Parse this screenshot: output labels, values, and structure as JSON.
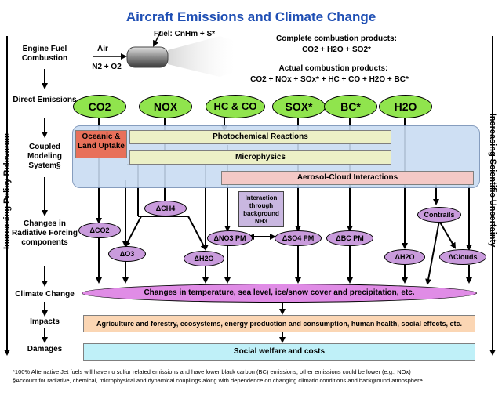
{
  "title": "Aircraft Emissions and Climate Change",
  "side_left": "Increasing Policy Relevance",
  "side_right": "Increasing Scientific Uncertainty",
  "row_labels": {
    "engine": "Engine Fuel Combustion",
    "direct": "Direct Emissions",
    "coupled": "Coupled Modeling System§",
    "changes_rf": "Changes in Radiative Forcing components",
    "climate": "Climate Change",
    "impacts": "Impacts",
    "damages": "Damages"
  },
  "engine": {
    "air": "Air",
    "n2o2": "N2 + O2",
    "fuel": "Fuel: CnHm + S*"
  },
  "combustion": {
    "complete_title": "Complete combustion products:",
    "complete_formula": "CO2 + H2O + SO2*",
    "actual_title": "Actual combustion products:",
    "actual_formula": "CO2 + NOx + SOx* + HC + CO + H2O + BC*"
  },
  "emissions": [
    "CO2",
    "NOX",
    "HC & CO",
    "SOX*",
    "BC*",
    "H2O"
  ],
  "modeling": {
    "oceanic": "Oceanic & Land Uptake",
    "photochemical": "Photochemical Reactions",
    "microphysics": "Microphysics",
    "aerosol_cloud": "Aerosol-Cloud Interactions"
  },
  "interaction": "Interaction through background NH3",
  "rf_components": {
    "dco2": "ΔCO2",
    "dch4": "ΔCH4",
    "do3": "ΔO3",
    "dh2o_a": "ΔH2O",
    "dno3": "ΔNO3 PM",
    "dso4": "ΔSO4 PM",
    "dbc": "ΔBC PM",
    "dh2o_b": "ΔH2O",
    "contrails": "Contrails",
    "dclouds": "ΔClouds"
  },
  "climate_change": "Changes in temperature, sea level, ice/snow cover and precipitation, etc.",
  "impacts": "Agriculture and forestry, ecosystems, energy production and consumption, human health, social effects, etc.",
  "damages": "Social welfare and costs",
  "footnotes": {
    "f1": "*100% Alternative Jet fuels will have no sulfur related emissions and have lower black carbon (BC) emissions; other emissions could be lower (e.g., NOx)",
    "f2": "§Account for radiative, chemical, microphysical and dynamical couplings along with dependence on changing climatic conditions and background atmosphere"
  },
  "colors": {
    "title": "#1f4fb4",
    "emission_fill": "#90e44d",
    "modeling_bg": "#c9dcf2",
    "band_fill": "#ecf0c6",
    "oceanic_fill": "#e8705a",
    "aerosol_fill": "#f4c9c6",
    "rf_fill": "#c99bdc",
    "impacts_fill": "#fbd6b4",
    "damages_fill": "#bff0f8"
  }
}
